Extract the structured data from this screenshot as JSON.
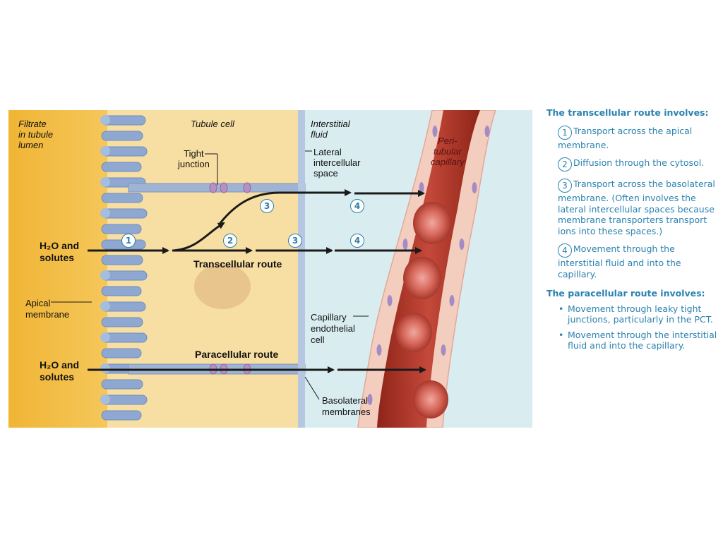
{
  "diagram": {
    "labels": {
      "filtrate": "Filtrate\nin tubule\nlumen",
      "tubule_cell": "Tubule cell",
      "interstitial_fluid": "Interstitial\nfluid",
      "peritubular_capillary": "Peri-\ntubular\ncapillary",
      "tight_junction": "Tight\njunction",
      "lateral_space": "Lateral\nintercellular\nspace",
      "h2o_top": "H₂O and\nsolutes",
      "h2o_bottom": "H₂O and\nsolutes",
      "transcellular_route": "Transcellular route",
      "paracellular_route": "Paracellular route",
      "apical_membrane": "Apical\nmembrane",
      "capillary_endothelial": "Capillary\nendothelial\ncell",
      "basolateral_membranes": "Basolateral\nmembranes"
    },
    "step_markers": [
      "1",
      "2",
      "3",
      "4",
      "3",
      "4"
    ],
    "colors": {
      "lumen": "#f2b93a",
      "cell": "#f7dea2",
      "microvilli": "#8aa5cf",
      "interstitial": "#d9edf0",
      "capillary_wall": "#f3cdbd",
      "blood": "#b33a2c",
      "arrow": "#1a1a1a",
      "text_accent": "#2a82b0"
    }
  },
  "panel": {
    "transcellular_heading": "The transcellular route involves:",
    "steps": [
      {
        "num": "1",
        "text": "Transport across the apical membrane."
      },
      {
        "num": "2",
        "text": "Diffusion through the cytosol."
      },
      {
        "num": "3",
        "text": "Transport across the basolateral membrane. (Often involves the lateral intercellular spaces because membrane transporters transport ions into these spaces.)"
      },
      {
        "num": "4",
        "text": "Movement through the interstitial fluid and into the capillary."
      }
    ],
    "paracellular_heading": "The paracellular route involves:",
    "bullets": [
      "Movement through leaky tight junctions, particularly in the PCT.",
      "Movement through the interstitial fluid and into the capillary."
    ]
  }
}
